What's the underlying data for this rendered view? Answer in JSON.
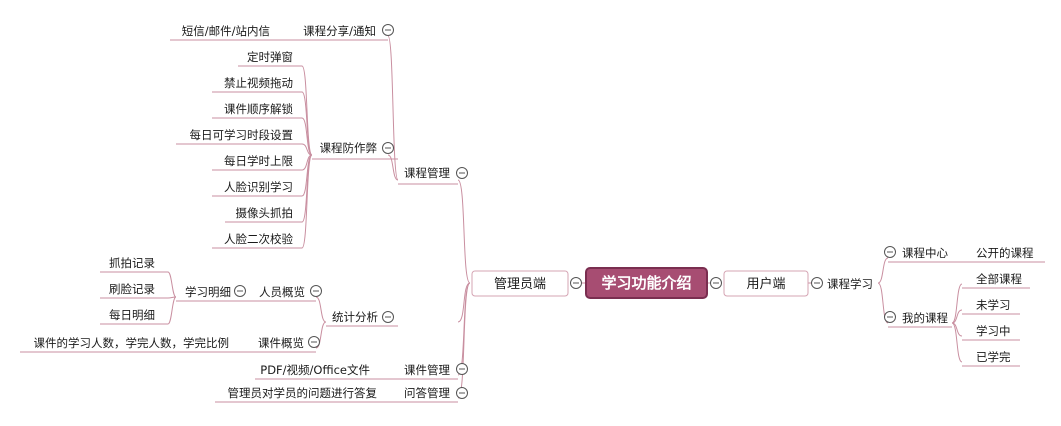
{
  "root": {
    "label": "学习功能介绍"
  },
  "admin": {
    "label": "管理员端",
    "course_mgmt": {
      "label": "课程管理",
      "share": {
        "label": "课程分享/通知",
        "children": [
          "短信/邮件/站内信"
        ]
      },
      "anticheat": {
        "label": "课程防作弊",
        "children": [
          "定时弹窗",
          "禁止视频拖动",
          "课件顺序解锁",
          "每日可学习时段设置",
          "每日学时上限",
          "人脸识别学习",
          "摄像头抓拍",
          "人脸二次校验"
        ]
      }
    },
    "stats": {
      "label": "统计分析",
      "people": {
        "label": "人员概览",
        "detail": {
          "label": "学习明细",
          "children": [
            "抓拍记录",
            "刷脸记录",
            "每日明细"
          ]
        }
      },
      "courseware": {
        "label": "课件概览",
        "children": [
          "课件的学习人数，学完人数，学完比例"
        ]
      }
    },
    "ware_mgmt": {
      "label": "课件管理",
      "children": [
        "PDF/视频/Office文件"
      ]
    },
    "qa_mgmt": {
      "label": "问答管理",
      "children": [
        "管理员对学员的问题进行答复"
      ]
    }
  },
  "user": {
    "label": "用户端",
    "study": {
      "label": "课程学习",
      "center": {
        "label": "课程中心",
        "children": [
          "公开的课程"
        ]
      },
      "mine": {
        "label": "我的课程",
        "children": [
          "全部课程",
          "未学习",
          "学习中",
          "已学完"
        ]
      }
    }
  }
}
